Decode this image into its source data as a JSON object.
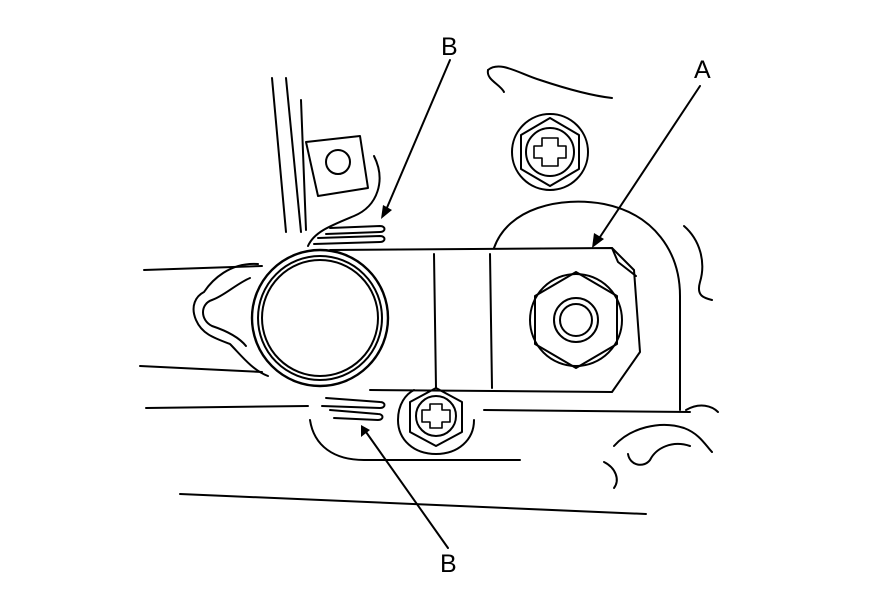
{
  "callouts": {
    "a": "A",
    "b_top": "B",
    "b_bottom": "B"
  },
  "colors": {
    "line": "#000000",
    "background": "#ffffff"
  }
}
